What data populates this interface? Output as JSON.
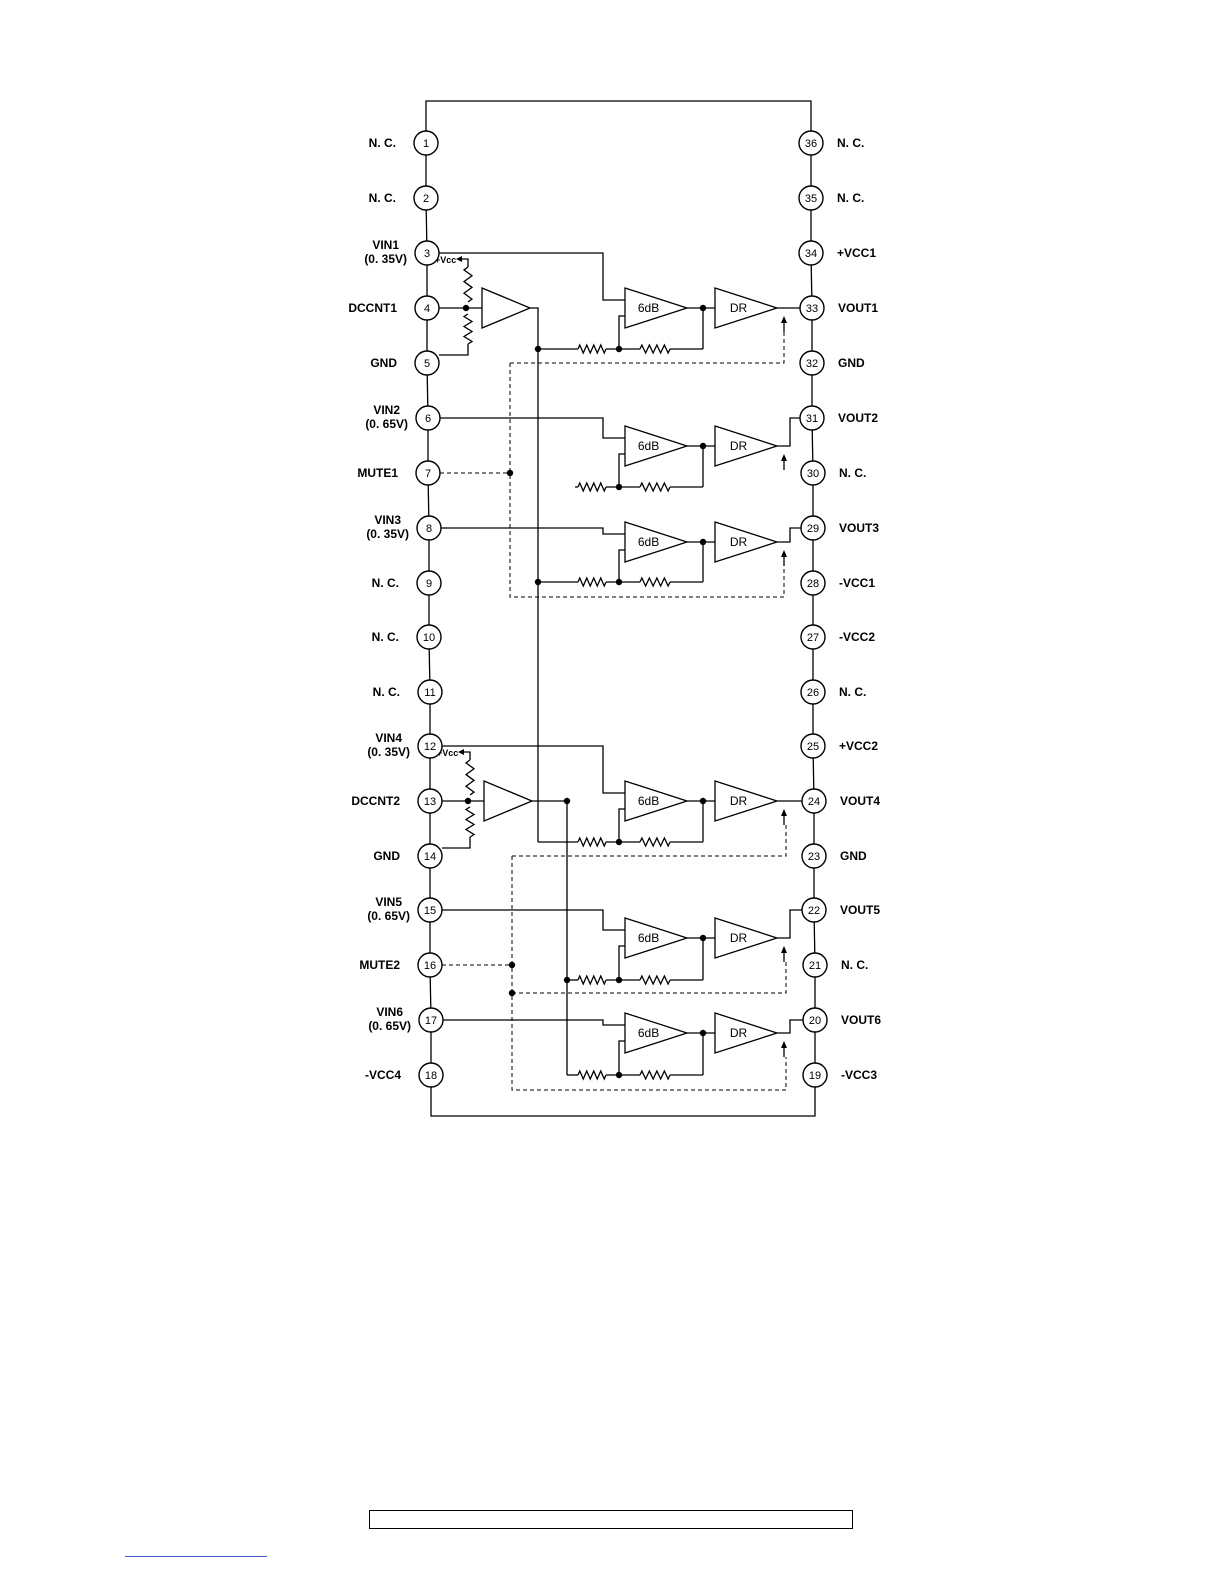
{
  "diagram": {
    "pins_left": [
      {
        "n": "1",
        "label": "N. C."
      },
      {
        "n": "2",
        "label": "N. C."
      },
      {
        "n": "3",
        "label": "VIN1",
        "sub": "(0. 35V)"
      },
      {
        "n": "4",
        "label": "DCCNT1"
      },
      {
        "n": "5",
        "label": "GND"
      },
      {
        "n": "6",
        "label": "VIN2",
        "sub": "(0. 65V)"
      },
      {
        "n": "7",
        "label": "MUTE1"
      },
      {
        "n": "8",
        "label": "VIN3",
        "sub": "(0. 35V)"
      },
      {
        "n": "9",
        "label": "N. C."
      },
      {
        "n": "10",
        "label": "N. C."
      },
      {
        "n": "11",
        "label": "N. C."
      },
      {
        "n": "12",
        "label": "VIN4",
        "sub": "(0. 35V)"
      },
      {
        "n": "13",
        "label": "DCCNT2"
      },
      {
        "n": "14",
        "label": "GND"
      },
      {
        "n": "15",
        "label": "VIN5",
        "sub": "(0. 65V)"
      },
      {
        "n": "16",
        "label": "MUTE2"
      },
      {
        "n": "17",
        "label": "VIN6",
        "sub": "(0. 65V)"
      },
      {
        "n": "18",
        "label": "-VCC4"
      }
    ],
    "pins_right": [
      {
        "n": "36",
        "label": "N. C."
      },
      {
        "n": "35",
        "label": "N. C."
      },
      {
        "n": "34",
        "label": "+VCC1"
      },
      {
        "n": "33",
        "label": "VOUT1"
      },
      {
        "n": "32",
        "label": "GND"
      },
      {
        "n": "31",
        "label": "VOUT2"
      },
      {
        "n": "30",
        "label": "N. C."
      },
      {
        "n": "29",
        "label": "VOUT3"
      },
      {
        "n": "28",
        "label": "-VCC1"
      },
      {
        "n": "27",
        "label": "-VCC2"
      },
      {
        "n": "26",
        "label": "N. C."
      },
      {
        "n": "25",
        "label": "+VCC2"
      },
      {
        "n": "24",
        "label": "VOUT4"
      },
      {
        "n": "23",
        "label": "GND"
      },
      {
        "n": "22",
        "label": "VOUT5"
      },
      {
        "n": "21",
        "label": "N. C."
      },
      {
        "n": "20",
        "label": "VOUT6"
      },
      {
        "n": "19",
        "label": "-VCC3"
      }
    ],
    "gain_label": "6dB",
    "driver_label": "DR",
    "vcc_label": "+Vcc"
  }
}
